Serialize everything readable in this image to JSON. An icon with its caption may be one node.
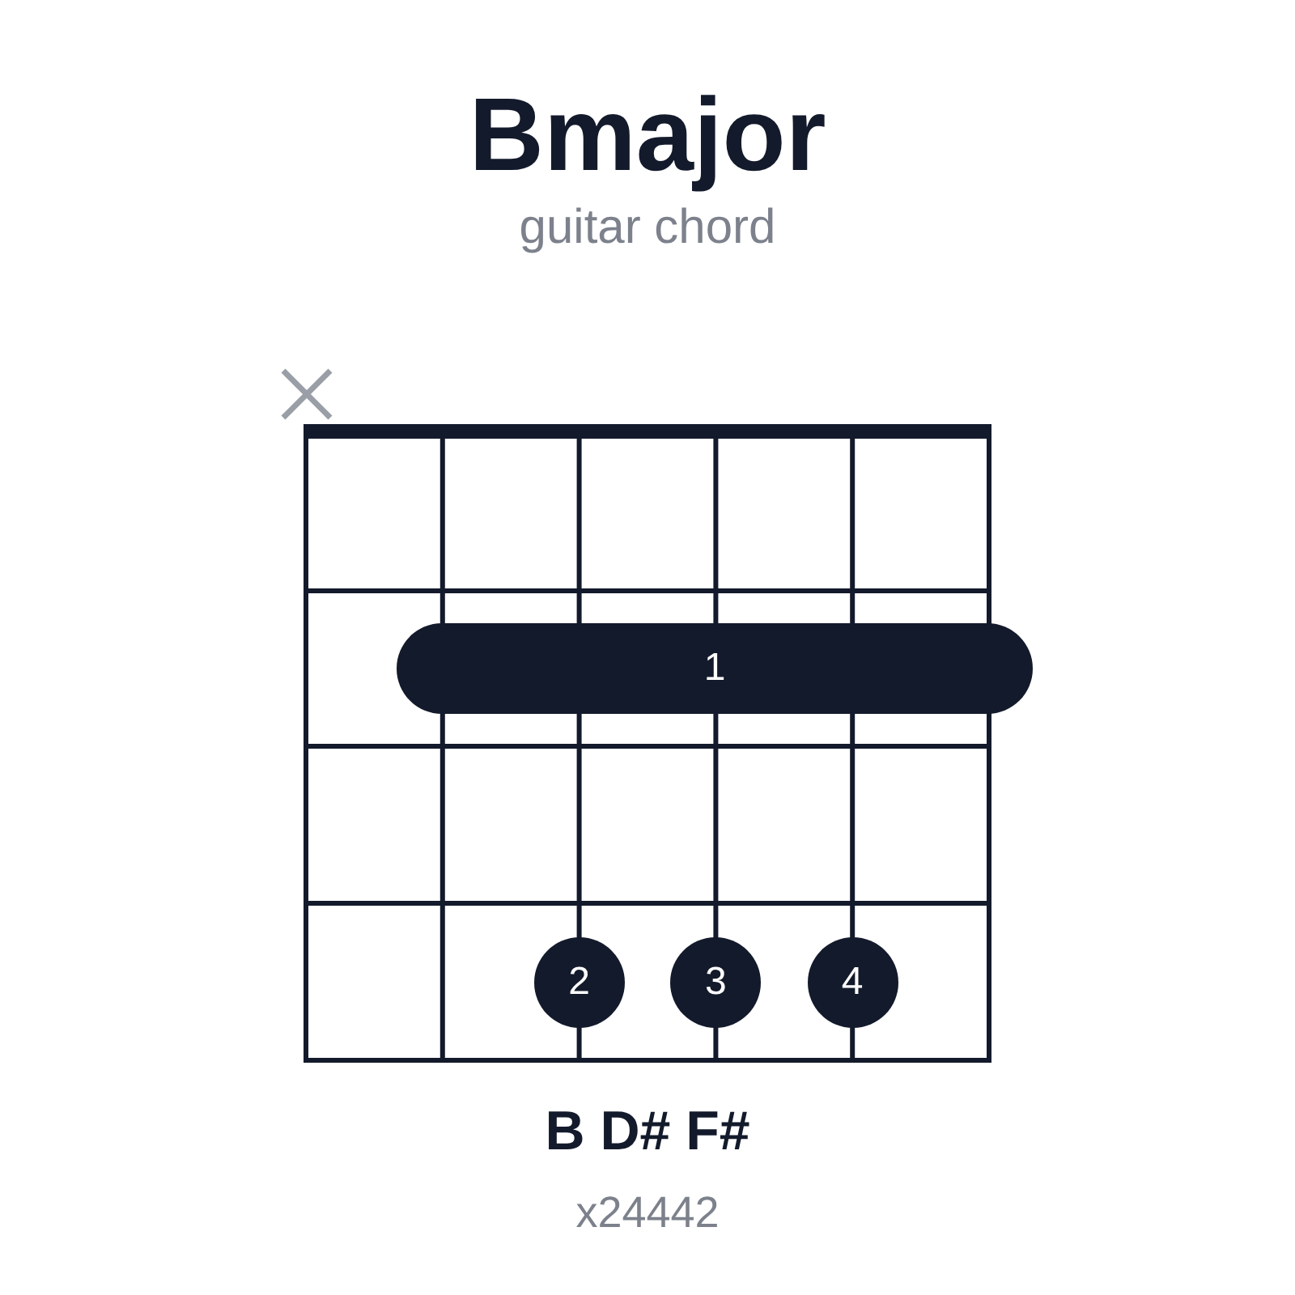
{
  "diagram": {
    "title": "Bmajor",
    "nodes": [
      {
        "text": [
          "1"
        ]
      },
      {
        "text": [
          "2"
        ]
      },
      {
        "text": [
          "3"
        ]
      },
      {
        "text": [
          "4"
        ]
      }
    ],
    "labels": [
      "guitar chord",
      "B D# F#",
      "x24442"
    ]
  }
}
